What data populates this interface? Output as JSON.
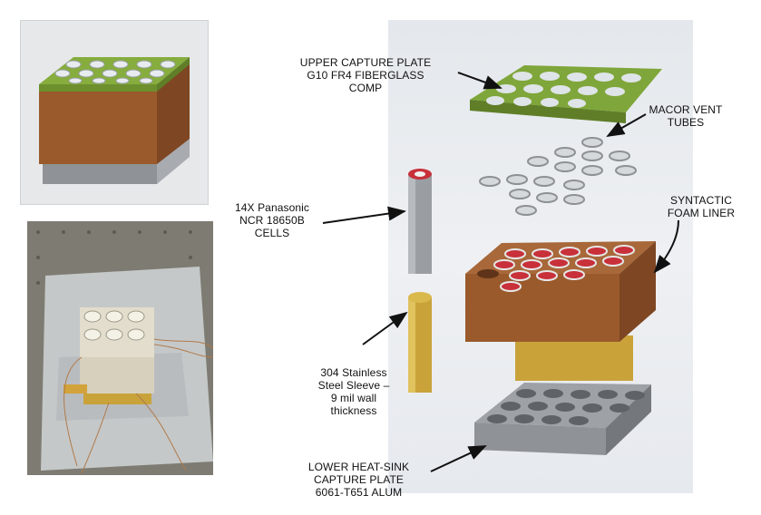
{
  "labels": {
    "upper_plate": "UPPER CAPTURE PLATE\nG10 FR4 FIBERGLASS\nCOMP",
    "macor": "MACOR VENT\nTUBES",
    "cells": "14X Panasonic\nNCR 18650B\nCELLS",
    "foam": "SYNTACTIC\nFOAM LINER",
    "sleeve": "304 Stainless\nSteel Sleeve –\n9 mil wall\nthickness",
    "lower_plate": "LOWER HEAT-SINK\nCAPTURE PLATE\n6061-T651 ALUM"
  },
  "colors": {
    "green_plate": "#7fa63a",
    "foam_brown": "#9a5a2c",
    "aluminum_gray": "#8f9297",
    "sleeve_gold": "#c9a33a",
    "cell_red": "#c8303a"
  }
}
